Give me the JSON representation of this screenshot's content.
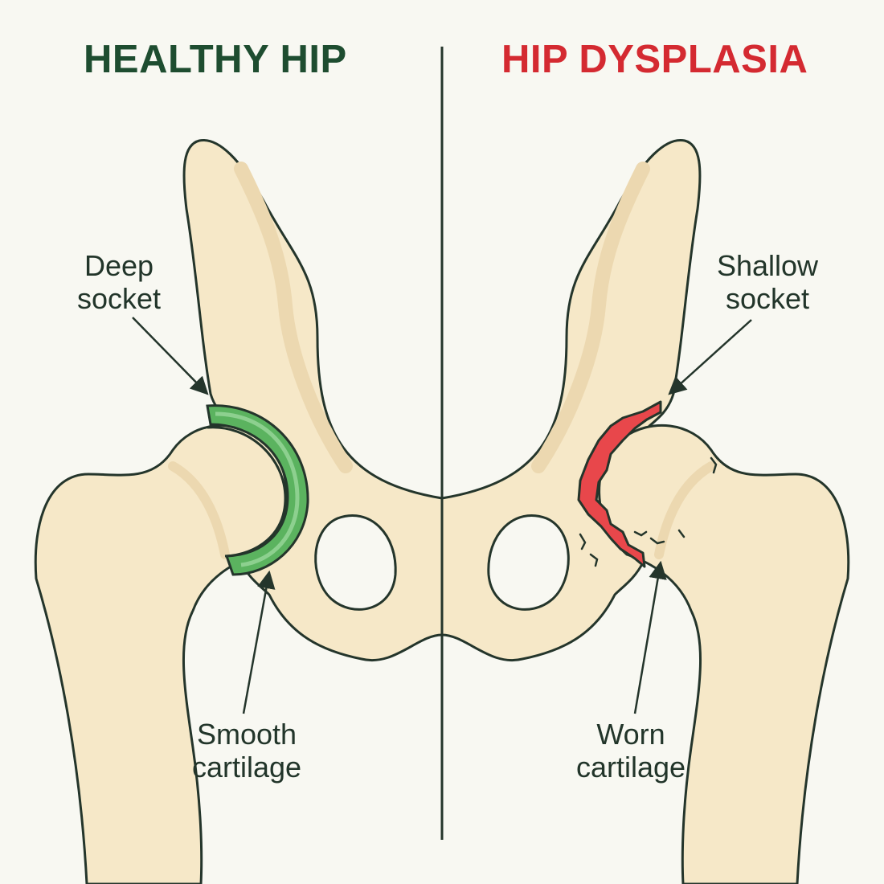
{
  "titles": {
    "healthy": "HEALTHY HIP",
    "dysplasia": "HIP DYSPLASIA"
  },
  "labels": {
    "deep_socket": [
      "Deep",
      "socket"
    ],
    "smooth_cartilage": [
      "Smooth",
      "cartilage"
    ],
    "shallow_socket": [
      "Shallow",
      "socket"
    ],
    "worn_cartilage": [
      "Worn",
      "cartilage"
    ]
  },
  "colors": {
    "bone_fill": "#f6e8c8",
    "bone_shade": "#ecd8b0",
    "outline": "#24352b",
    "healthy_cartilage": "#5bb35f",
    "healthy_title": "#1e4d30",
    "worn_cartilage": "#e8474b",
    "dysplasia_title": "#d42a31",
    "background": "#f8f8f2"
  }
}
